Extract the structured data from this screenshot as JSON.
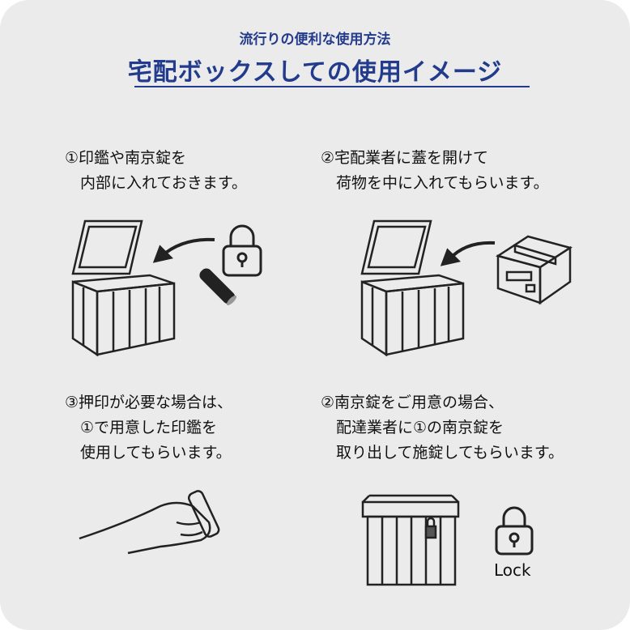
{
  "header": {
    "subtitle": "流行りの便利な使用方法",
    "title": "宅配ボックスしての使用イメージ"
  },
  "steps": [
    {
      "line1": "①印鑑や南京錠を",
      "line2": "　内部に入れておきます。"
    },
    {
      "line1": "②宅配業者に蓋を開けて",
      "line2": "　荷物を中に入れてもらいます。"
    },
    {
      "line1": "③押印が必要な場合は、",
      "line2": "　①で用意した印鑑を",
      "line3": "　使用してもらいます。"
    },
    {
      "line1": "②南京錠をご用意の場合、",
      "line2": "　配達業者に①の南京錠を",
      "line3": "　取り出して施錠してもらいます。"
    }
  ],
  "lock_label": "Lock"
}
